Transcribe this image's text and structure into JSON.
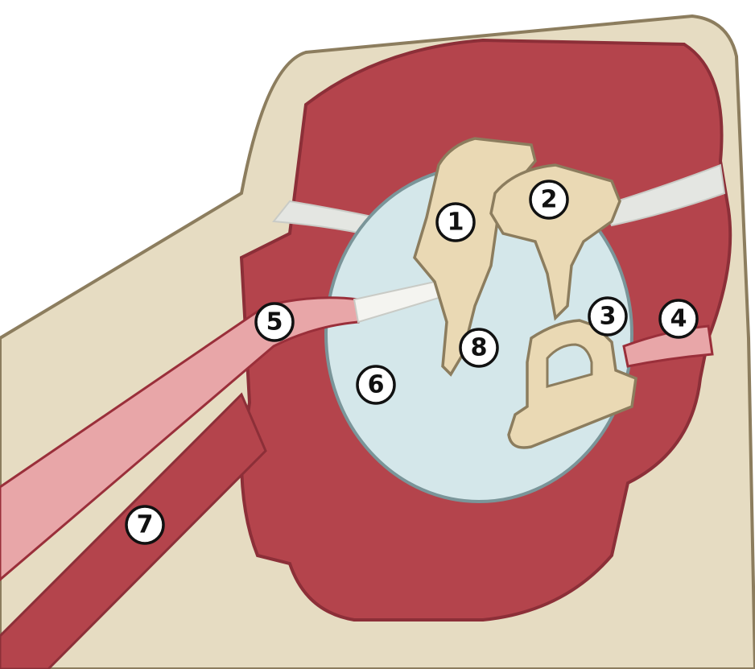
{
  "diagram": {
    "type": "anatomical-illustration",
    "colors": {
      "bone": "#e6dcc2",
      "bone_outline": "#8c7d5e",
      "muscle": "#b4444c",
      "muscle_dark": "#9a2f3a",
      "tendon": "#e8a6a8",
      "fluid_sac": "#d4e7ea",
      "sac_outline": "#7a9599",
      "ligament": "#e4e6e2",
      "ossicle": "#ead9b4"
    },
    "labels": [
      {
        "id": "1",
        "text": "1"
      },
      {
        "id": "2",
        "text": "2"
      },
      {
        "id": "3",
        "text": "3"
      },
      {
        "id": "4",
        "text": "4"
      },
      {
        "id": "5",
        "text": "5"
      },
      {
        "id": "6",
        "text": "6"
      },
      {
        "id": "7",
        "text": "7"
      },
      {
        "id": "8",
        "text": "8"
      }
    ]
  }
}
